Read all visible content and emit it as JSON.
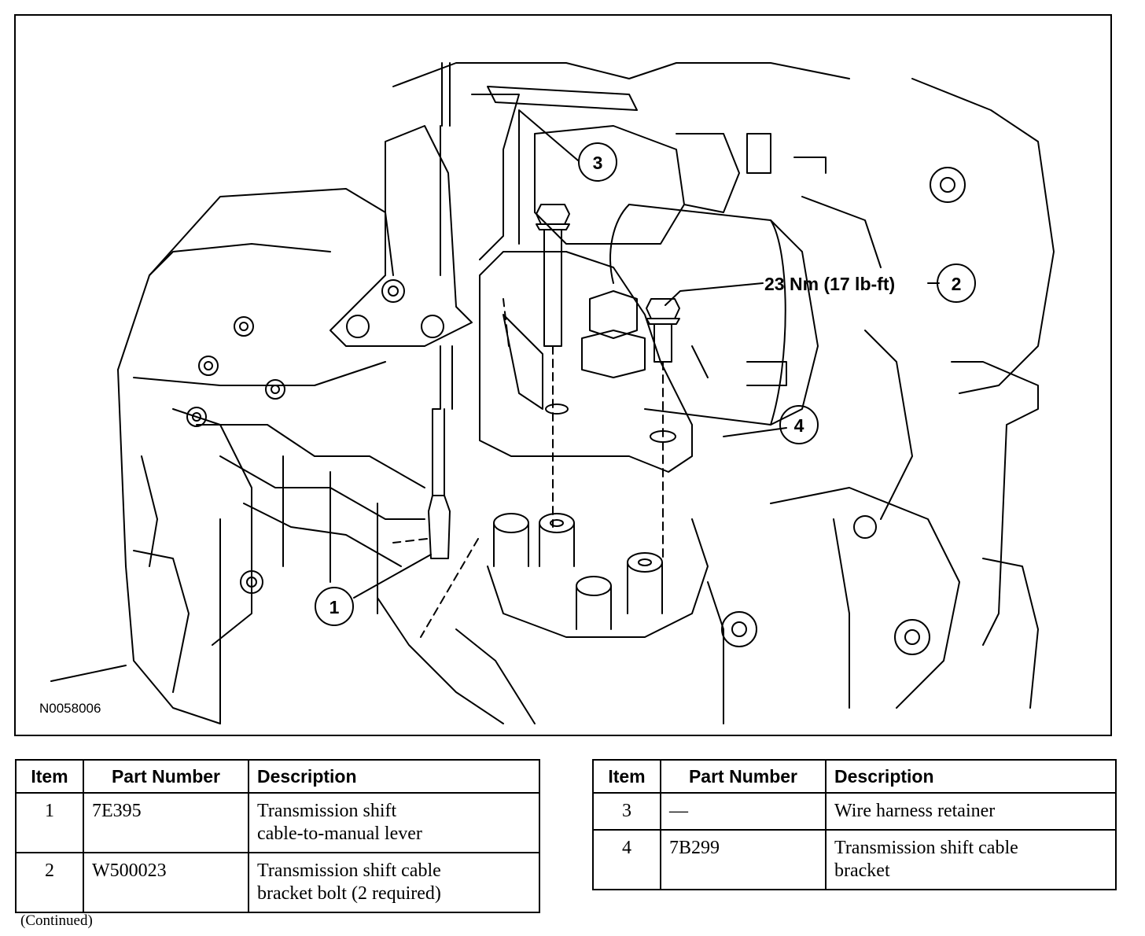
{
  "figure": {
    "id_code": "N0058006",
    "torque_label": "23 Nm (17 lb-ft)",
    "callouts": [
      "1",
      "2",
      "3",
      "4"
    ]
  },
  "tables": [
    {
      "headers": [
        "Item",
        "Part Number",
        "Description"
      ],
      "rows": [
        {
          "item": "1",
          "part_number": "7E395",
          "description_lines": [
            "Transmission shift",
            "cable-to-manual lever"
          ]
        },
        {
          "item": "2",
          "part_number": "W500023",
          "description_lines": [
            "Transmission shift cable",
            "bracket bolt (2 required)"
          ]
        }
      ]
    },
    {
      "headers": [
        "Item",
        "Part Number",
        "Description"
      ],
      "rows": [
        {
          "item": "3",
          "part_number": "—",
          "description_lines": [
            "Wire harness retainer"
          ]
        },
        {
          "item": "4",
          "part_number": "7B299",
          "description_lines": [
            "Transmission shift cable",
            "bracket"
          ]
        }
      ]
    }
  ],
  "footer": {
    "continued": "(Continued)"
  }
}
